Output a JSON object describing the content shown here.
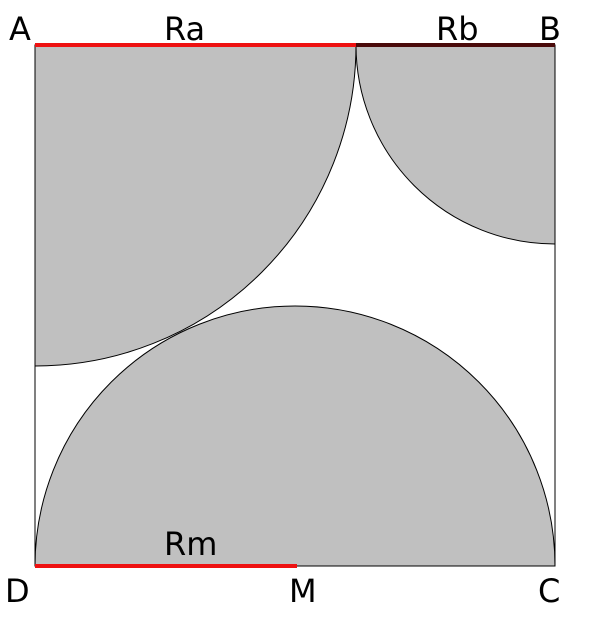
{
  "labels": {
    "A": "A",
    "B": "B",
    "C": "C",
    "D": "D",
    "M": "M",
    "Ra": "Ra",
    "Rb": "Rb",
    "Rm": "Rm"
  },
  "colors": {
    "fill": "#c0c0c0",
    "outline": "#000000",
    "radius_a": "#ee1111",
    "radius_b": "#4a0a0a",
    "radius_m": "#ee1111"
  }
}
